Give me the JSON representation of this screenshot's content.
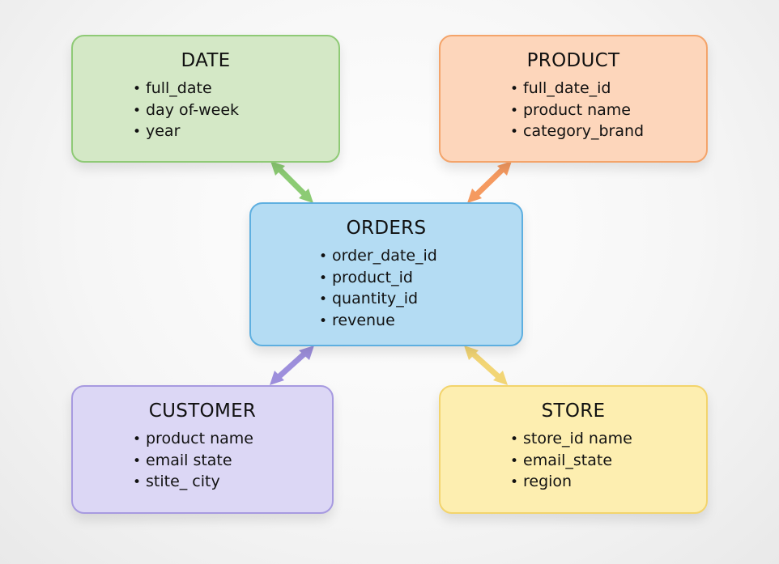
{
  "entities": {
    "date": {
      "title": "DATE",
      "fields": [
        "full_date",
        "day of-week",
        "year"
      ],
      "color": "#d4e8c6",
      "border_color": "#8fca76"
    },
    "product": {
      "title": "PRODUCT",
      "fields": [
        "full_date_id",
        "product name",
        "category_brand"
      ],
      "color": "#fdd6bb",
      "border_color": "#f4a46a"
    },
    "orders": {
      "title": "ORDERS",
      "fields": [
        "order_date_id",
        "product_id",
        "quantity_id",
        "revenue"
      ],
      "color": "#b4dcf3",
      "border_color": "#5eafe0"
    },
    "customer": {
      "title": "CUSTOMER",
      "fields": [
        "product name",
        "email state",
        "stite_ city"
      ],
      "color": "#dcd7f5",
      "border_color": "#a79ae0"
    },
    "store": {
      "title": "STORE",
      "fields": [
        "store_id name",
        "email_state",
        "region"
      ],
      "color": "#fdeeb0",
      "border_color": "#f3d46c"
    }
  },
  "relations": [
    {
      "from": "date",
      "to": "orders",
      "color": "#8ccb74"
    },
    {
      "from": "product",
      "to": "orders",
      "color": "#f59a60"
    },
    {
      "from": "customer",
      "to": "orders",
      "color": "#9d8fdc"
    },
    {
      "from": "store",
      "to": "orders",
      "color": "#f2d575"
    }
  ]
}
